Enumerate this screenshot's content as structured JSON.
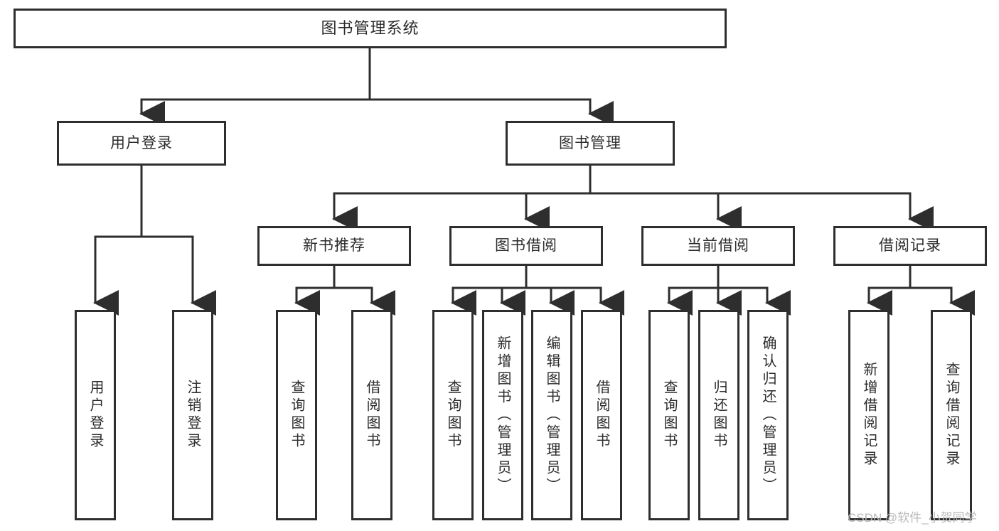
{
  "diagram": {
    "type": "tree-hierarchy",
    "title": "图书管理系统",
    "style": {
      "stroke": "#2e2e2e",
      "fill": "#ffffff",
      "background": "#ffffff",
      "text_color": "#2b2b2b"
    },
    "levels": [
      {
        "level": 1,
        "nodes": [
          {
            "id": "root",
            "label": "图书管理系统",
            "orientation": "horizontal"
          }
        ]
      },
      {
        "level": 2,
        "nodes": [
          {
            "id": "login",
            "label": "用户登录",
            "orientation": "horizontal",
            "parent": "root"
          },
          {
            "id": "bookmgmt",
            "label": "图书管理",
            "orientation": "horizontal",
            "parent": "root"
          }
        ]
      },
      {
        "level": 3,
        "nodes": [
          {
            "id": "newbook",
            "label": "新书推荐",
            "orientation": "horizontal",
            "parent": "bookmgmt"
          },
          {
            "id": "borrow",
            "label": "图书借阅",
            "orientation": "horizontal",
            "parent": "bookmgmt"
          },
          {
            "id": "current",
            "label": "当前借阅",
            "orientation": "horizontal",
            "parent": "bookmgmt"
          },
          {
            "id": "records",
            "label": "借阅记录",
            "orientation": "horizontal",
            "parent": "bookmgmt"
          }
        ]
      },
      {
        "level": 4,
        "nodes": [
          {
            "id": "leaf-1",
            "label": "用户登录",
            "orientation": "vertical",
            "parent": "login"
          },
          {
            "id": "leaf-2",
            "label": "注销登录",
            "orientation": "vertical",
            "parent": "login"
          },
          {
            "id": "leaf-3",
            "label": "查询图书",
            "orientation": "vertical",
            "parent": "newbook"
          },
          {
            "id": "leaf-4",
            "label": "借阅图书",
            "orientation": "vertical",
            "parent": "newbook"
          },
          {
            "id": "leaf-5",
            "label": "查询图书",
            "orientation": "vertical",
            "parent": "borrow"
          },
          {
            "id": "leaf-6",
            "label": "新增图书（管理员）",
            "orientation": "vertical",
            "parent": "borrow"
          },
          {
            "id": "leaf-7",
            "label": "编辑图书（管理员）",
            "orientation": "vertical",
            "parent": "borrow"
          },
          {
            "id": "leaf-8",
            "label": "借阅图书",
            "orientation": "vertical",
            "parent": "borrow"
          },
          {
            "id": "leaf-9",
            "label": "查询图书",
            "orientation": "vertical",
            "parent": "current"
          },
          {
            "id": "leaf-10",
            "label": "归还图书",
            "orientation": "vertical",
            "parent": "current"
          },
          {
            "id": "leaf-11",
            "label": "确认归还（管理员）",
            "orientation": "vertical",
            "parent": "current"
          },
          {
            "id": "leaf-12",
            "label": "新增借阅记录",
            "orientation": "vertical",
            "parent": "records"
          },
          {
            "id": "leaf-13",
            "label": "查询借阅记录",
            "orientation": "vertical",
            "parent": "records"
          }
        ]
      }
    ]
  },
  "watermark": {
    "text": "CSDN @软件_小贺同学",
    "color": "#b9b9b9"
  }
}
